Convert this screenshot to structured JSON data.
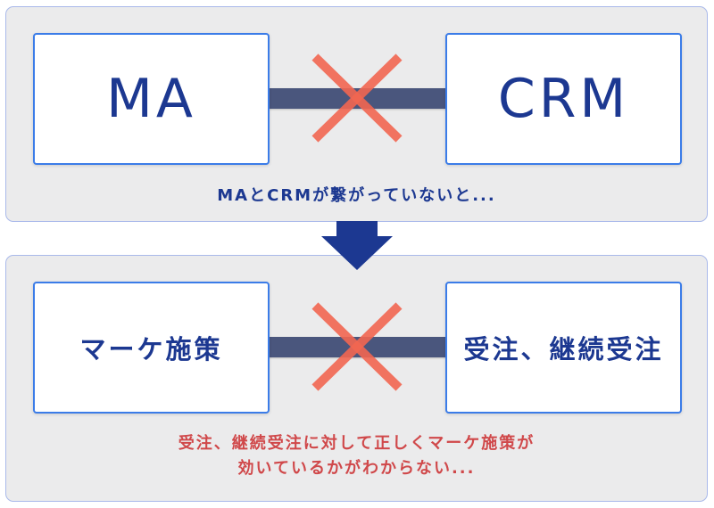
{
  "top_panel": {
    "left_box_label": "MA",
    "right_box_label": "CRM",
    "caption": "MAとCRMが繋がっていないと..."
  },
  "bottom_panel": {
    "left_box_label": "マーケ施策",
    "right_box_label": "受注、継続受注",
    "caption_lines": [
      "受注、継続受注に対して正しくマーケ施策が",
      "効いているかがわからない..."
    ]
  },
  "icons": {
    "connection": "connector-bar",
    "broken": "cross-icon",
    "flow": "down-arrow-icon"
  },
  "colors": {
    "panel_bg": "#ebebec",
    "panel_border": "#a9b9ea",
    "box_border": "#3b7ce8",
    "primary_text": "#1c3891",
    "warning_text": "#d0484a",
    "cross": "#f26651",
    "bar": "#4a567d",
    "arrow": "#1c3891"
  }
}
